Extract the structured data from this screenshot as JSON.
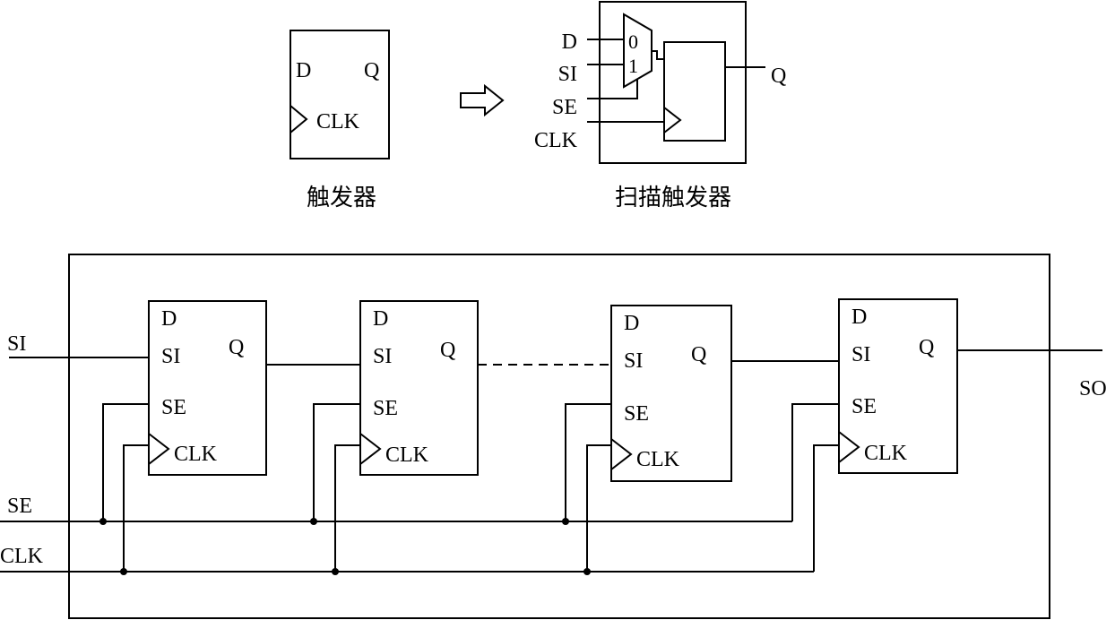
{
  "top": {
    "flipflop": {
      "caption": "触发器",
      "pin_d": "D",
      "pin_q": "Q",
      "pin_clk": "CLK"
    },
    "scan_flipflop": {
      "caption": "扫描触发器",
      "in_d": "D",
      "in_si": "SI",
      "in_se": "SE",
      "in_clk": "CLK",
      "out_q": "Q",
      "mux_0": "0",
      "mux_1": "1"
    }
  },
  "chain": {
    "input_si": "SI",
    "input_se": "SE",
    "input_clk": "CLK",
    "output_so": "SO",
    "cells": [
      {
        "d": "D",
        "si": "SI",
        "se": "SE",
        "clk": "CLK",
        "q": "Q"
      },
      {
        "d": "D",
        "si": "SI",
        "se": "SE",
        "clk": "CLK",
        "q": "Q"
      },
      {
        "d": "D",
        "si": "SI",
        "se": "SE",
        "clk": "CLK",
        "q": "Q"
      },
      {
        "d": "D",
        "si": "SI",
        "se": "SE",
        "clk": "CLK",
        "q": "Q"
      }
    ]
  },
  "colors": {
    "line": "#000000",
    "background": "#ffffff"
  }
}
